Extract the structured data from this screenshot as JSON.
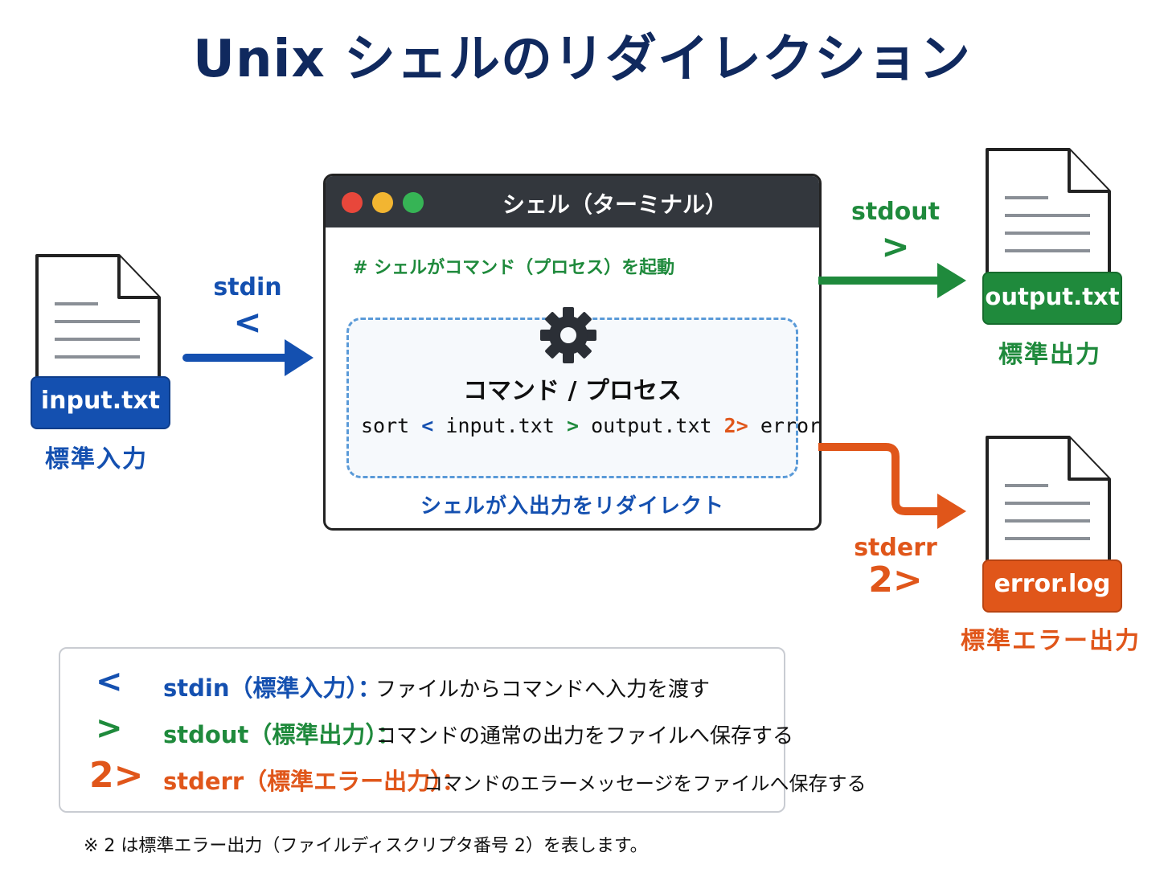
{
  "title": "Unix シェルのリダイレクション",
  "files": {
    "input": {
      "label": "input.txt",
      "caption": "標準入力",
      "color": "#1450b0"
    },
    "output": {
      "label": "output.txt",
      "caption": "標準出力",
      "color": "#1f8a3c"
    },
    "error": {
      "label": "error.log",
      "caption": "標準エラー出力",
      "color": "#e0561a"
    }
  },
  "streams": {
    "stdin": {
      "name": "stdin",
      "symbol": "<"
    },
    "stdout": {
      "name": "stdout",
      "symbol": ">"
    },
    "stderr": {
      "name": "stderr",
      "symbol": "2>"
    }
  },
  "window": {
    "title": "シェル（ターミナル）",
    "comment": "# シェルがコマンド（プロセス）を起動",
    "process_title": "コマンド / プロセス",
    "command": {
      "cmd": "sort",
      "op_in": "<",
      "file_in": "input.txt",
      "op_out": ">",
      "file_out": "output.txt",
      "op_err": "2>",
      "file_err": "error.log"
    },
    "note": "シェルが入出力をリダイレクト",
    "dot_colors": [
      "#e8473b",
      "#f2b531",
      "#36b455"
    ]
  },
  "legend": [
    {
      "symbol": "<",
      "name": "stdin（標準入力）：",
      "desc": "ファイルからコマンドへ入力を渡す",
      "color": "#1450b0"
    },
    {
      "symbol": ">",
      "name": "stdout（標準出力）：",
      "desc": "コマンドの通常の出力をファイルへ保存する",
      "color": "#1f8a3c"
    },
    {
      "symbol": "2>",
      "name": "stderr（標準エラー出力）：",
      "desc": "コマンドのエラーメッセージをファイルへ保存する",
      "color": "#e0561a"
    }
  ],
  "footnote": "※ 2  は標準エラー出力（ファイルディスクリプタ番号 2）を表します。",
  "icons": [
    "document-icon",
    "gear-icon",
    "arrow-right-icon"
  ]
}
